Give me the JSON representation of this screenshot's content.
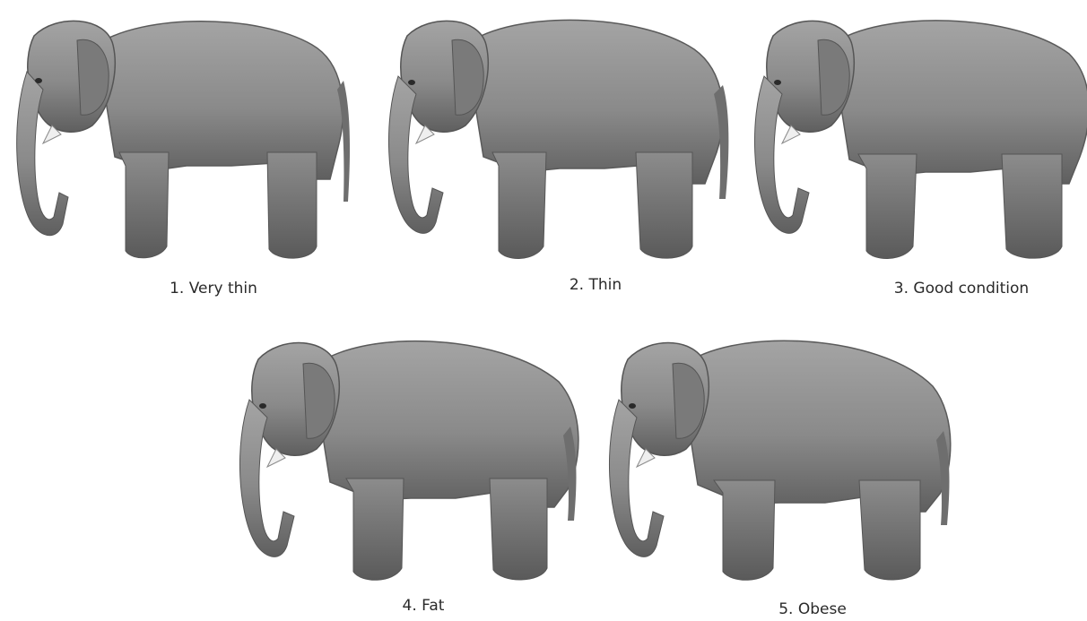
{
  "figure": {
    "panels": [
      {
        "caption": "1. Very thin"
      },
      {
        "caption": "2. Thin"
      },
      {
        "caption": "3. Good condition"
      },
      {
        "caption": "4. Fat"
      },
      {
        "caption": "5. Obese"
      }
    ],
    "colors": {
      "body": "#8a8a8a",
      "shadow": "#5e5e5e",
      "highlight": "#a8a8a8",
      "caption": "#2a2a2a"
    }
  }
}
